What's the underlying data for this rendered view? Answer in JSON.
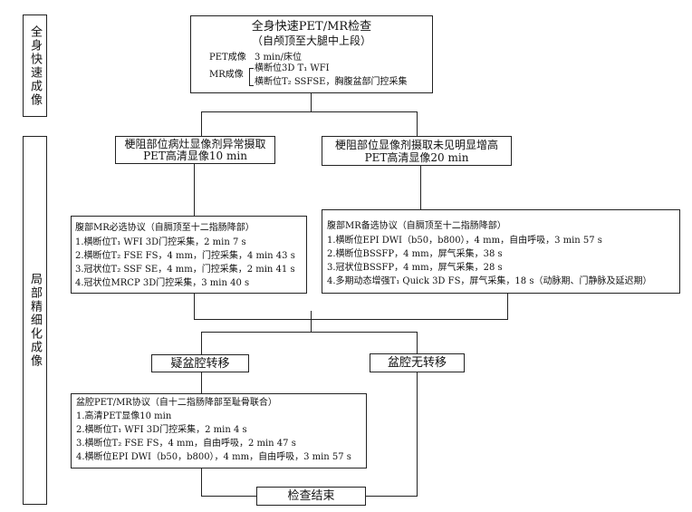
{
  "side_labels": {
    "top": "全身快速成像",
    "bottom": "局部精细化成像"
  },
  "top_box": {
    "title": "全身快速PET/MR检查",
    "subtitle": "（自颅顶至大腿中上段）",
    "pet_label": "PET成像",
    "pet_value": "3 min/床位",
    "mr_label": "MR成像",
    "mr_item1": "横断位3D T₁ WFI",
    "mr_item2": "横断位T₂ SSFSE，胸腹盆部门控采集"
  },
  "left_result": {
    "line1": "梗阻部位病灶显像剂异常摄取",
    "line2": "PET高清显像10 min"
  },
  "right_result": {
    "line1": "梗阻部位显像剂摄取未见明显增高",
    "line2": "PET高清显像20 min"
  },
  "required_protocol": {
    "title": "腹部MR必选协议（自膈顶至十二指肠降部）",
    "items": [
      "1.横断位T₁ WFI 3D门控采集，2 min 7 s",
      "2.横断位T₂ FSE FS，4 mm，门控采集，4 min 43 s",
      "3.冠状位T₂ SSF SE，4 mm，门控采集，2 min 41 s",
      "4.冠状位MRCP 3D门控采集，3 min 40 s"
    ]
  },
  "optional_protocol": {
    "title": "腹部MR备选协议（自膈顶至十二指肠降部）",
    "items": [
      "1.横断位EPI DWI（b50，b800），4 mm，自由呼吸，3 min 57 s",
      "2.横断位BSSFP，4 mm，屏气采集，38 s",
      "3.冠状位BSSFP，4 mm，屏气采集，28 s",
      "4.多期动态增强T₁ Quick 3D FS，屏气采集，18 s（动脉期、门静脉及延迟期）"
    ]
  },
  "branch_left": "疑盆腔转移",
  "branch_right": "盆腔无转移",
  "pelvic_protocol": {
    "title": "盆腔PET/MR协议（自十二指肠降部至耻骨联合）",
    "items": [
      "1.高清PET显像10 min",
      "2.横断位T₁ WFI 3D门控采集，2 min 4 s",
      "3.横断位T₂ FSE FS，4 mm，自由呼吸，2 min 47 s",
      "4.横断位EPI DWI（b50，b800），4 mm，自由呼吸，3 min 57 s"
    ]
  },
  "end_box": "检查结束"
}
